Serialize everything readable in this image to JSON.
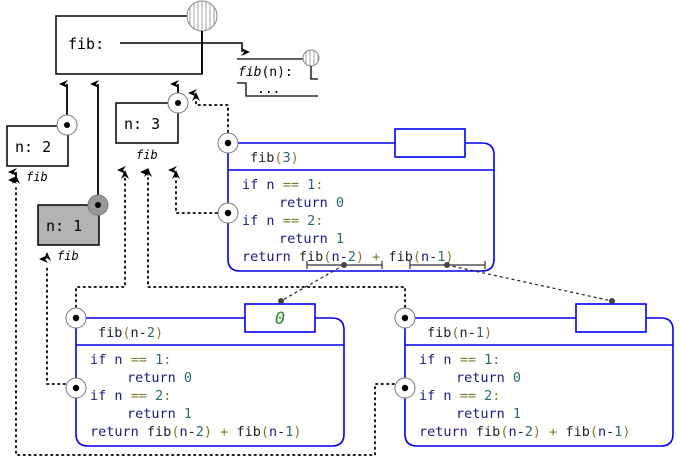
{
  "global_frame": {
    "binding_name": "fib:"
  },
  "function_object": {
    "signature_name": "fib",
    "signature_params": "(n):",
    "body": "..."
  },
  "bindings": [
    {
      "id": "n2",
      "label": "n: 2",
      "parent_label": "fib",
      "highlighted": false
    },
    {
      "id": "n3",
      "label": "n: 3",
      "parent_label": "fib",
      "highlighted": false
    },
    {
      "id": "n1",
      "label": "n: 1",
      "parent_label": "fib",
      "highlighted": true
    }
  ],
  "frames": [
    {
      "id": "fib3",
      "title": "fib(3)",
      "return_value": "",
      "code": [
        {
          "indent": 0,
          "text": "if n == 1:"
        },
        {
          "indent": 1,
          "text": "return 0"
        },
        {
          "indent": 0,
          "text": "if n == 2:"
        },
        {
          "indent": 1,
          "text": "return 1"
        },
        {
          "indent": 0,
          "text": "return fib(n-2) + fib(n-1)"
        }
      ]
    },
    {
      "id": "fibn2",
      "title": "fib(n-2)",
      "return_value": "0",
      "code": [
        {
          "indent": 0,
          "text": "if n == 1:"
        },
        {
          "indent": 1,
          "text": "return 0"
        },
        {
          "indent": 0,
          "text": "if n == 2:"
        },
        {
          "indent": 1,
          "text": "return 1"
        },
        {
          "indent": 0,
          "text": "return fib(n-2) + fib(n-1)"
        }
      ]
    },
    {
      "id": "fibn1",
      "title": "fib(n-1)",
      "return_value": "",
      "code": [
        {
          "indent": 0,
          "text": "if n == 1:"
        },
        {
          "indent": 1,
          "text": "return 0"
        },
        {
          "indent": 0,
          "text": "if n == 2:"
        },
        {
          "indent": 1,
          "text": "return 1"
        },
        {
          "indent": 0,
          "text": "return fib(n-2) + fib(n-1)"
        }
      ]
    }
  ],
  "colors": {
    "frame_border": "#0000ee",
    "keyword": "#1a1a80",
    "operator": "#7a7a2a",
    "number": "#2a6a6a",
    "return_value": "#2a8a2a",
    "highlight_fill": "#b3b3b3"
  }
}
